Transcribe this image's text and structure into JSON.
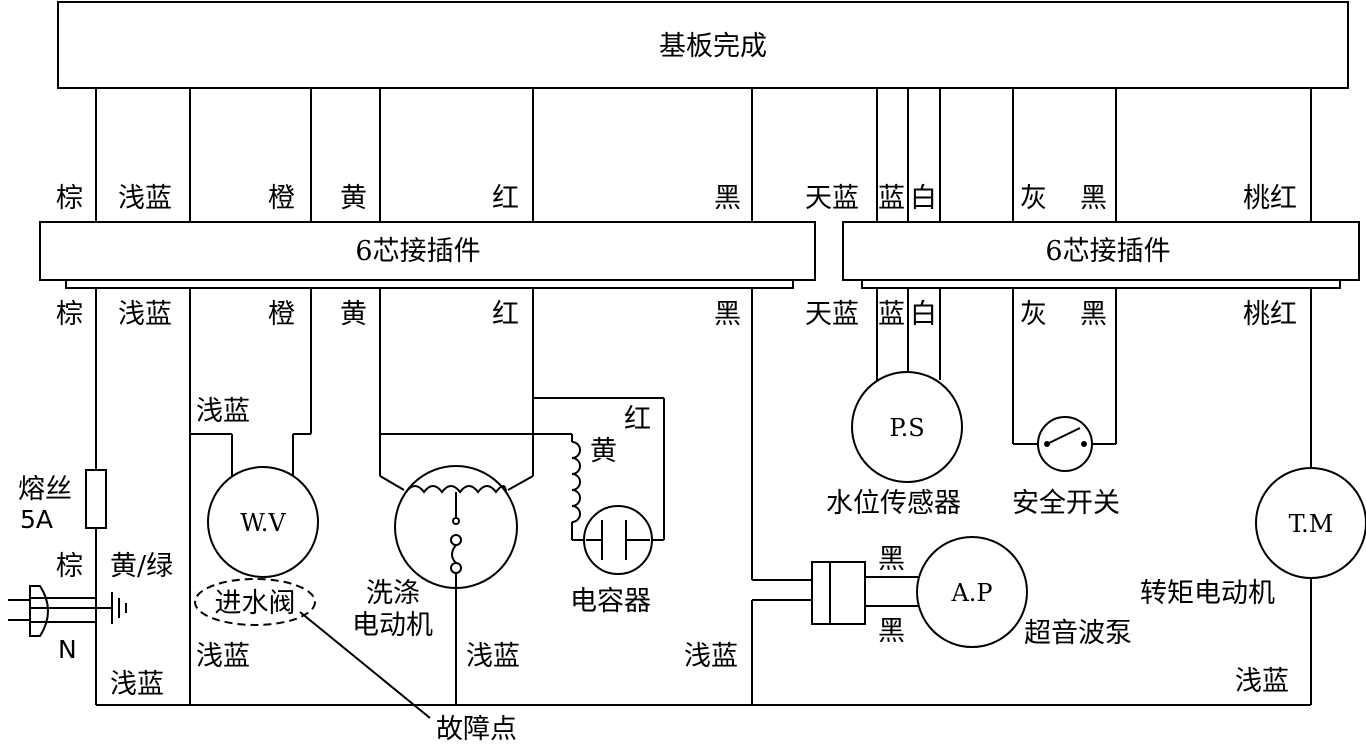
{
  "main_board": "基板完成",
  "connector_label": "6芯接插件",
  "wire_colors": {
    "brown": "棕",
    "light_blue": "浅蓝",
    "orange": "橙",
    "yellow": "黄",
    "red": "红",
    "black": "黑",
    "sky_blue": "天蓝",
    "blue": "蓝",
    "white": "白",
    "gray": "灰",
    "peach_red": "桃红",
    "yellow_green": "黄/绿",
    "neutral": "N"
  },
  "components": {
    "fuse": "熔丝",
    "fuse_rating": "5A",
    "water_valve": "W.V",
    "water_valve_name": "进水阀",
    "wash_motor_line1": "洗涤",
    "wash_motor_line2": "电动机",
    "capacitor": "电容器",
    "pressure_switch": "P.S",
    "pressure_switch_name": "水位传感器",
    "safety_switch": "安全开关",
    "pump": "A.P",
    "pump_name": "超音波泵",
    "torque_motor": "T.M",
    "torque_motor_name": "转矩电动机",
    "fault_point": "故障点"
  }
}
